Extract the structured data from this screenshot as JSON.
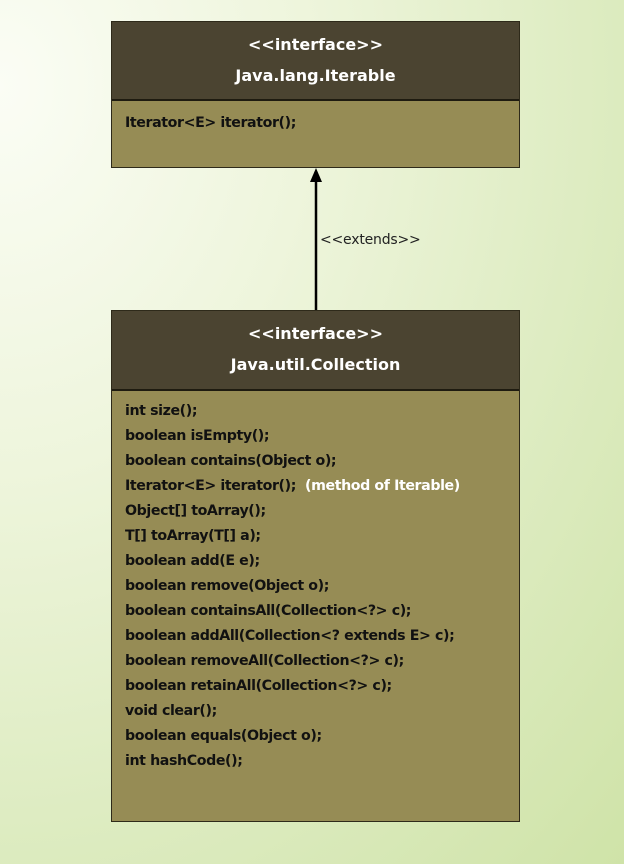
{
  "iterable": {
    "stereotype": "<<interface>>",
    "name": "Java.lang.Iterable",
    "methods": [
      "Iterator<E> iterator();"
    ]
  },
  "relation": {
    "label": "<<extends>>"
  },
  "collection": {
    "stereotype": "<<interface>>",
    "name": "Java.util.Collection",
    "methods": [
      "int size();",
      "boolean isEmpty();",
      "boolean contains(Object o);",
      "Iterator<E> iterator();",
      "Object[] toArray();",
      "T[] toArray(T[] a);",
      "boolean add(E e);",
      "boolean remove(Object o);",
      "boolean containsAll(Collection<?> c);",
      "boolean addAll(Collection<? extends E> c);",
      "boolean removeAll(Collection<?> c);",
      "boolean retainAll(Collection<?> c);",
      "void clear();",
      "boolean equals(Object o);",
      "int hashCode();"
    ],
    "iterator_note": "(method of Iterable)"
  },
  "colors": {
    "header_bg": "#4b4431",
    "body_bg": "#968c55",
    "header_text": "#ffffff",
    "note_text": "#ffffff"
  }
}
